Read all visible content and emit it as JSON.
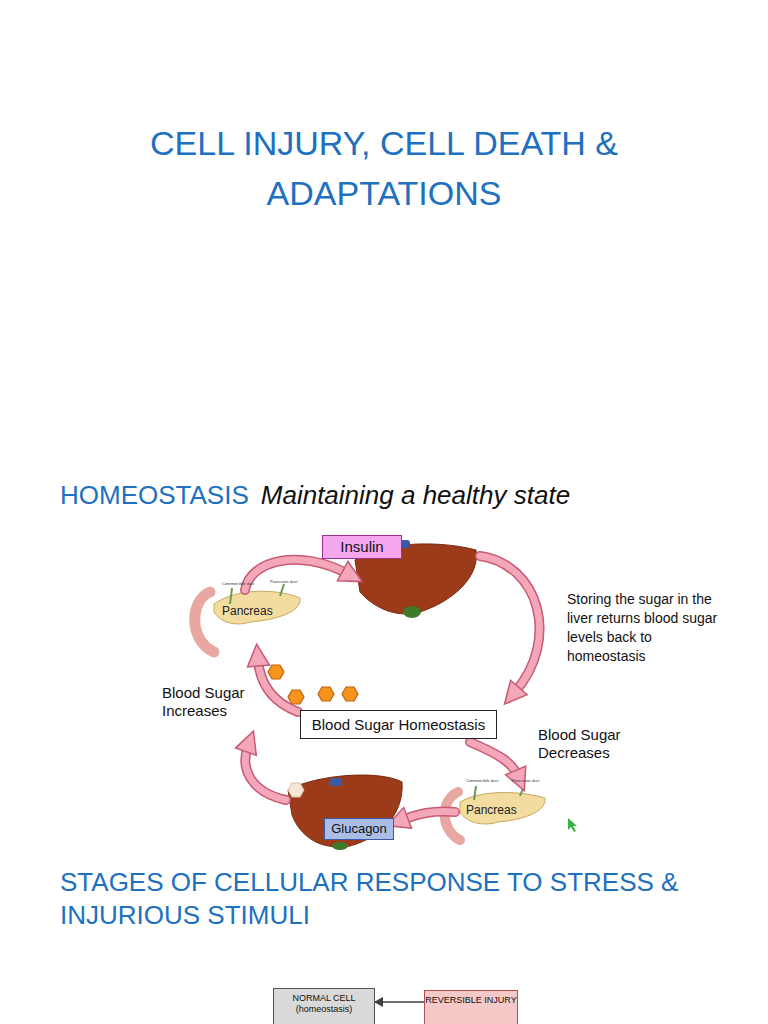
{
  "diagram": {
    "title": "CELL INJURY, CELL DEATH & ADAPTATIONS",
    "nodes": [
      {
        "text": [
          "Insulin"
        ]
      },
      {
        "text": [
          "Blood Sugar Homeostasis"
        ]
      },
      {
        "text": [
          "Glucagon"
        ]
      },
      {
        "text": [
          "NORMAL CELL (homeostasis)"
        ]
      },
      {
        "text": [
          "REVERSIBLE INJURY"
        ]
      }
    ],
    "edges": [
      {
        "from": 4,
        "to": 3,
        "arrow": "to"
      }
    ],
    "labels": [
      "HOMEOSTASIS",
      "Maintaining a healthy state",
      "Common bile duct",
      "Pancreatic duct",
      "Pancreas",
      "Storing the sugar in the liver returns blood sugar levels back to homeostasis",
      "Blood Sugar Increases",
      "Blood Sugar Decreases",
      "Common bile duct",
      "Pancreatic duct",
      "Pancreas",
      "STAGES OF CELLULAR RESPONSE TO STRESS & INJURIOUS STIMULI"
    ]
  }
}
